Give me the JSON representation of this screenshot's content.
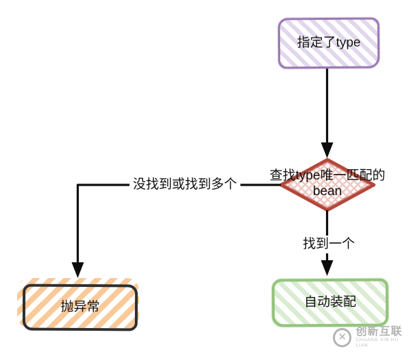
{
  "diagram": {
    "nodes": {
      "specified_type": {
        "label": "指定了type"
      },
      "find_bean": {
        "label_line1": "查找type唯一匹配的",
        "label_line2": "bean"
      },
      "autowire": {
        "label": "自动装配"
      },
      "throw_exception": {
        "label": "抛异常"
      }
    },
    "edges": {
      "found_one": {
        "label": "找到一个"
      },
      "not_found_or_multiple": {
        "label": "没找到或找到多个"
      }
    },
    "colors": {
      "purple_border": "#9b79b4",
      "purple_fill": "#e2d7ec",
      "red_border": "#b5463a",
      "red_fill": "#eec7bf",
      "green_border": "#94c47d",
      "green_fill": "#daecd2",
      "orange_fill": "#f9c998",
      "black_border": "#2f2f2f",
      "line_color": "#0d0d0d"
    }
  },
  "watermark": {
    "logo_glyph": "✕",
    "brand": "创新互联",
    "brand_sub": "CHUANG XIN HU LIAN"
  }
}
